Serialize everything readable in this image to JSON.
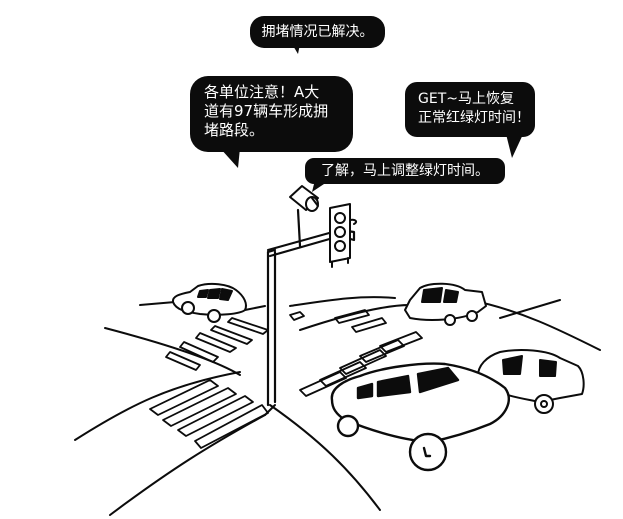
{
  "scene": {
    "description": "Comic illustration of a traffic intersection with a camera-mounted traffic light and cars",
    "colors": {
      "ink": "#0c0c0c",
      "paper": "#ffffff"
    }
  },
  "bubbles": [
    {
      "id": "resolved",
      "lines": [
        "拥堵情况已解决。"
      ]
    },
    {
      "id": "alert",
      "lines": [
        "各单位注意！A大",
        "道有97辆车形成拥",
        "堵路段。"
      ]
    },
    {
      "id": "get",
      "lines": [
        "GET~马上恢复",
        "正常红绿灯时间！"
      ]
    },
    {
      "id": "ack",
      "lines": [
        "了解，马上调整绿灯时间。"
      ]
    }
  ],
  "illustration": {
    "objects": [
      "traffic-light",
      "surveillance-camera",
      "signal-pole",
      "crosswalks",
      "car-left",
      "car-right-back",
      "car-front-large",
      "car-right-front"
    ]
  }
}
